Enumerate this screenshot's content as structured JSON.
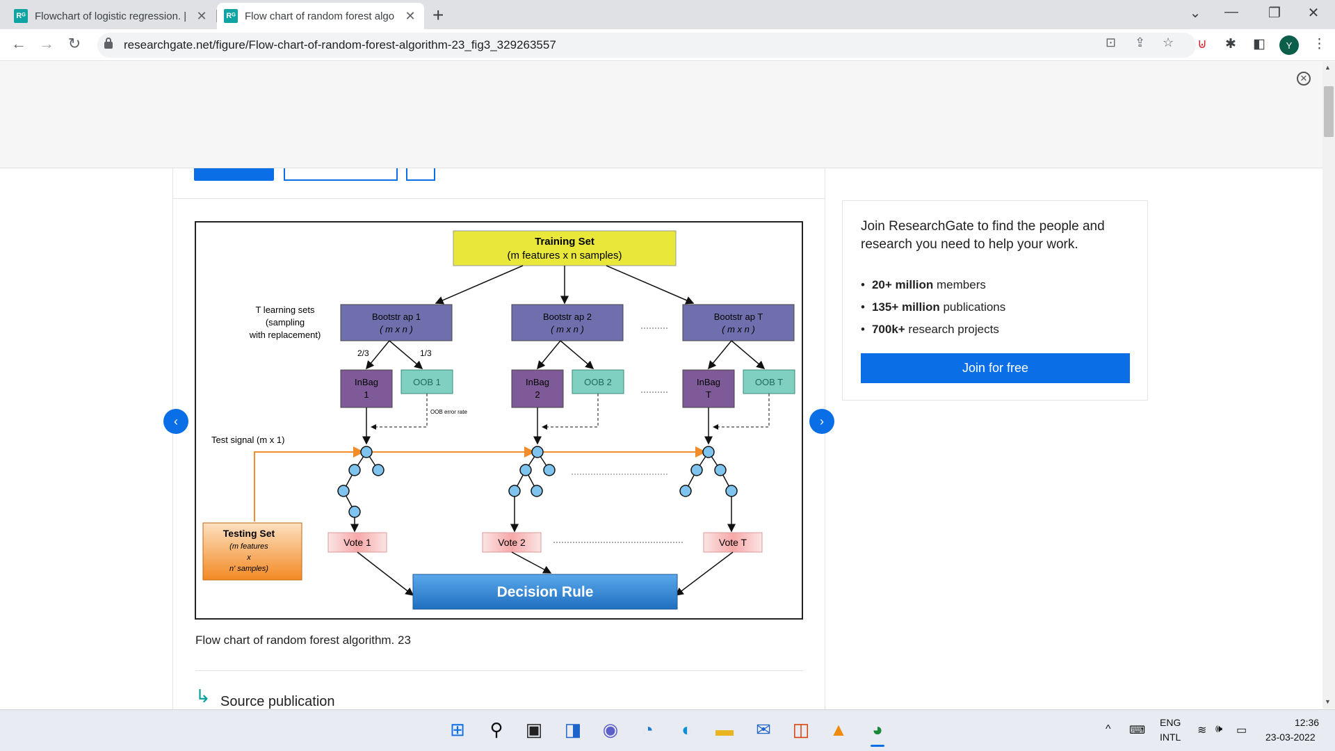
{
  "tabs": [
    {
      "title": "Flowchart of logistic regression. |",
      "favicon": "Rᴳ"
    },
    {
      "title": "Flow chart of random forest algo",
      "favicon": "Rᴳ"
    }
  ],
  "address_bar": {
    "url": "researchgate.net/figure/Flow-chart-of-random-forest-algorithm-23_fig3_329263557"
  },
  "profile_initial": "Y",
  "figure": {
    "caption": "Flow chart of random forest algorithm. 23",
    "training_set": {
      "title": "Training Set",
      "subtitle": "(m features   x n samples)"
    },
    "learning_sets_label": [
      "T learning sets",
      "(sampling",
      "with replacement)"
    ],
    "bootstraps": [
      {
        "line1": "Bootstr ap  1",
        "line2": "( m x n )"
      },
      {
        "line1": "Bootstr ap  2",
        "line2": "( m x n )"
      },
      {
        "line1": "Bootstr ap  T",
        "line2": "( m x n )"
      }
    ],
    "split_labels": [
      "2/3",
      "1/3"
    ],
    "inbags": [
      {
        "line1": "InBag",
        "line2": "1"
      },
      {
        "line1": "InBag",
        "line2": "2"
      },
      {
        "line1": "InBag",
        "line2": "T"
      }
    ],
    "oobs": [
      "OOB 1",
      "OOB 2",
      "OOB T"
    ],
    "oob_error_label": "OOB error rate",
    "test_signal_label": "Test signal (m x 1)",
    "testing_set": {
      "title": "Testing Set",
      "line1": "(m features",
      "line2": "x",
      "line3": "n' samples)"
    },
    "votes": [
      "Vote  1",
      "Vote  2",
      "Vote  T"
    ],
    "decision_rule": "Decision Rule",
    "colors": {
      "training": "#e9e83a",
      "bootstrap": "#6f6fae",
      "inbag": "#7f5a99",
      "oob": "#7fd0c0",
      "vote": "#f8b6b6",
      "decision": "#2f86d0",
      "testing": "#f29030",
      "test_line": "#f28c28"
    }
  },
  "source_label": "Source publication",
  "sidebar": {
    "heading": "Join ResearchGate to find the people and research you need to help your work.",
    "stats": [
      {
        "bold": "20+ million",
        "rest": " members"
      },
      {
        "bold": "135+ million",
        "rest": " publications"
      },
      {
        "bold": "700k+",
        "rest": " research projects"
      }
    ],
    "join_button": "Join for free"
  },
  "taskbar": {
    "lang_line1": "ENG",
    "lang_line2": "INTL",
    "time": "12:36",
    "date": "23-03-2022"
  }
}
